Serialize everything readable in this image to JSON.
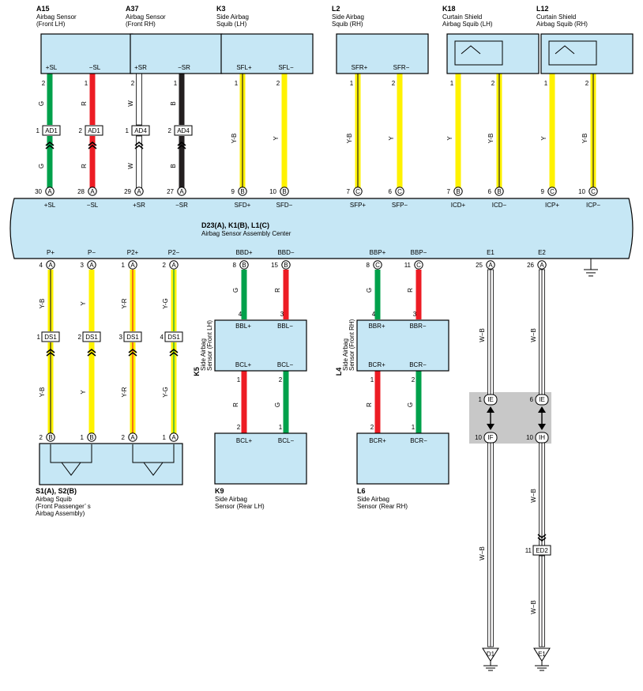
{
  "colors": {
    "G": "#00a14b",
    "R": "#ed1c24",
    "W": "#ffffff",
    "B": "#231f20",
    "Y": "#fff200",
    "Y-B": "#fff200",
    "Y-R": "#fff200",
    "Y-G": "#fff200",
    "W-B": "#ffffff",
    "box_fill": "#c6e7f5",
    "splice_bg": "#c8c8c8"
  },
  "ecu": {
    "id": "D23(A), K1(B), L1(C)",
    "name": "Airbag Sensor Assembly Center"
  },
  "top_components": [
    {
      "id": "A15",
      "name": [
        "Airbag Sensor",
        "(Front LH)"
      ],
      "pins": [
        "+SL",
        "−SL"
      ]
    },
    {
      "id": "A37",
      "name": [
        "Airbag Sensor",
        "(Front RH)"
      ],
      "pins": [
        "+SR",
        "−SR"
      ]
    },
    {
      "id": "K3",
      "name": [
        "Side Airbag",
        "Squib (LH)"
      ],
      "pins": [
        "SFL+",
        "SFL−"
      ]
    },
    {
      "id": "L2",
      "name": [
        "Side Airbag",
        "Squib (RH)"
      ],
      "pins": [
        "SFR+",
        "SFR−"
      ]
    },
    {
      "id": "K18",
      "name": [
        "Curtain Shield",
        "Airbag Squib (LH)"
      ],
      "pins": [
        "1",
        "2"
      ]
    },
    {
      "id": "L12",
      "name": [
        "Curtain Shield",
        "Airbag Squib (RH)"
      ],
      "pins": [
        "1",
        "2"
      ]
    }
  ],
  "top_wires": [
    {
      "pin": "2",
      "color": "G",
      "conn_pin": "1",
      "conn": "AD1",
      "ecu_pin": "30",
      "ecu_conn": "A",
      "ecu_label": "+SL"
    },
    {
      "pin": "1",
      "color": "R",
      "conn_pin": "2",
      "conn": "AD1",
      "ecu_pin": "28",
      "ecu_conn": "A",
      "ecu_label": "−SL"
    },
    {
      "pin": "2",
      "color": "W",
      "conn_pin": "1",
      "conn": "AD4",
      "ecu_pin": "29",
      "ecu_conn": "A",
      "ecu_label": "+SR"
    },
    {
      "pin": "1",
      "color": "B",
      "conn_pin": "2",
      "conn": "AD4",
      "ecu_pin": "27",
      "ecu_conn": "A",
      "ecu_label": "−SR"
    },
    {
      "pin": "1",
      "color": "Y-B",
      "ecu_pin": "9",
      "ecu_conn": "B",
      "ecu_label": "SFD+"
    },
    {
      "pin": "2",
      "color": "Y",
      "ecu_pin": "10",
      "ecu_conn": "B",
      "ecu_label": "SFD−"
    },
    {
      "pin": "1",
      "color": "Y-B",
      "ecu_pin": "7",
      "ecu_conn": "C",
      "ecu_label": "SFP+"
    },
    {
      "pin": "2",
      "color": "Y",
      "ecu_pin": "6",
      "ecu_conn": "C",
      "ecu_label": "SFP−"
    },
    {
      "pin": "1",
      "color": "Y",
      "ecu_pin": "7",
      "ecu_conn": "B",
      "ecu_label": "ICD+"
    },
    {
      "pin": "2",
      "color": "Y-B",
      "ecu_pin": "6",
      "ecu_conn": "B",
      "ecu_label": "ICD−"
    },
    {
      "pin": "1",
      "color": "Y",
      "ecu_pin": "9",
      "ecu_conn": "C",
      "ecu_label": "ICP+"
    },
    {
      "pin": "2",
      "color": "Y-B",
      "ecu_pin": "10",
      "ecu_conn": "C",
      "ecu_label": "ICP−"
    }
  ],
  "bottom_wires": [
    {
      "ecu_label": "P+",
      "ecu_pin": "4",
      "ecu_conn": "A",
      "color": "Y-B",
      "conn_pin": "1",
      "conn": "DS1",
      "end_pin": "2",
      "end_conn": "B"
    },
    {
      "ecu_label": "P−",
      "ecu_pin": "3",
      "ecu_conn": "A",
      "color": "Y",
      "conn_pin": "2",
      "conn": "DS1",
      "end_pin": "1",
      "end_conn": "B"
    },
    {
      "ecu_label": "P2+",
      "ecu_pin": "1",
      "ecu_conn": "A",
      "color": "Y-R",
      "conn_pin": "3",
      "conn": "DS1",
      "end_pin": "2",
      "end_conn": "A"
    },
    {
      "ecu_label": "P2−",
      "ecu_pin": "2",
      "ecu_conn": "A",
      "color": "Y-G",
      "conn_pin": "4",
      "conn": "DS1",
      "end_pin": "1",
      "end_conn": "A"
    },
    {
      "ecu_label": "BBD+",
      "ecu_pin": "8",
      "ecu_conn": "B",
      "color": "G",
      "end_pin": "4"
    },
    {
      "ecu_label": "BBD−",
      "ecu_pin": "15",
      "ecu_conn": "B",
      "color": "R",
      "end_pin": "3"
    },
    {
      "ecu_label": "BBP+",
      "ecu_pin": "8",
      "ecu_conn": "C",
      "color": "G",
      "end_pin": "4"
    },
    {
      "ecu_label": "BBP−",
      "ecu_pin": "11",
      "ecu_conn": "C",
      "color": "R",
      "end_pin": "3"
    },
    {
      "ecu_label": "E1",
      "ecu_pin": "25",
      "ecu_conn": "A",
      "color": "W-B"
    },
    {
      "ecu_label": "E2",
      "ecu_pin": "26",
      "ecu_conn": "A",
      "color": "W-B"
    }
  ],
  "front_sensors": [
    {
      "id": "K5",
      "name": [
        "Side Airbag",
        "Sensor (Front LH)"
      ],
      "pins_top": [
        "BBL+",
        "BBL−"
      ],
      "pins_bottom": [
        "BCL+",
        "BCL−"
      ],
      "link_wires": [
        {
          "top_pin": "1",
          "color": "R",
          "bottom_pin": "2"
        },
        {
          "top_pin": "2",
          "color": "G",
          "bottom_pin": "1"
        }
      ]
    },
    {
      "id": "L4",
      "name": [
        "Side Airbag",
        "Sensor (Front RH)"
      ],
      "pins_top": [
        "BBR+",
        "BBR−"
      ],
      "pins_bottom": [
        "BCR+",
        "BCR−"
      ],
      "link_wires": [
        {
          "top_pin": "1",
          "color": "R",
          "bottom_pin": "2"
        },
        {
          "top_pin": "2",
          "color": "G",
          "bottom_pin": "1"
        }
      ]
    }
  ],
  "bottom_components": [
    {
      "id": "S1(A), S2(B)",
      "name": [
        "Airbag Squib",
        "(Front Passenger’ s",
        " Airbag Assembly)"
      ]
    },
    {
      "id": "K9",
      "name": [
        "Side Airbag",
        "Sensor (Rear LH)"
      ],
      "pins": [
        "BCL+",
        "BCL−"
      ]
    },
    {
      "id": "L6",
      "name": [
        "Side Airbag",
        "Sensor (Rear RH)"
      ],
      "pins": [
        "BCR+",
        "BCR−"
      ]
    }
  ],
  "splices": [
    {
      "in_pin": "1",
      "in_conn": "IE",
      "out_pin": "10",
      "out_conn": "IF"
    },
    {
      "in_pin": "6",
      "in_conn": "IE",
      "out_pin": "10",
      "out_conn": "IH"
    }
  ],
  "ground_wires": [
    {
      "segments": [
        "W−B",
        "W−B"
      ],
      "ground": "D1"
    },
    {
      "segments": [
        "W−B",
        "W−B",
        "W−B"
      ],
      "conn_pin": "11",
      "conn": "ED2",
      "ground": "E1"
    }
  ]
}
